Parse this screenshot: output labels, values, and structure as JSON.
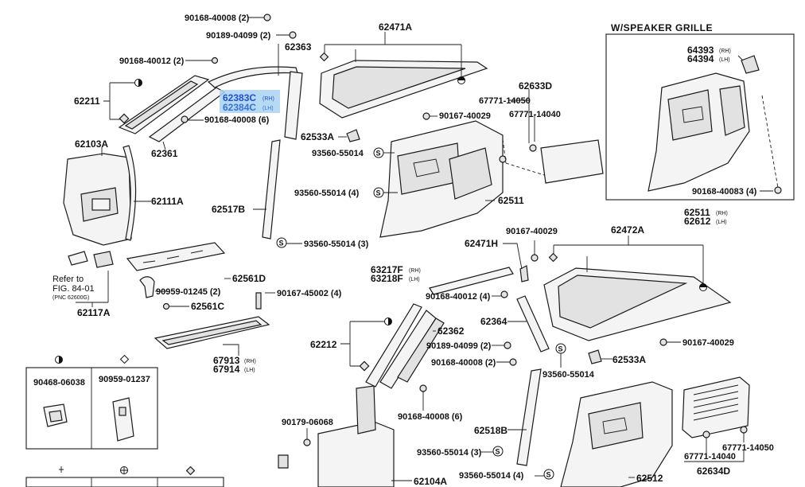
{
  "labels": {
    "p90168_40008_2_top": "90168-40008 (2)",
    "p90189_04099_2_top": "90189-04099 (2)",
    "p62363": "62363",
    "p90168_40012_2_top": "90168-40012 (2)",
    "p62211": "62211",
    "p62383c": "62383C",
    "p62383c_side": "(RH)",
    "p62384c": "62384C",
    "p62384c_side": "(LH)",
    "p90168_40008_6_top": "90168-40008 (6)",
    "p62361": "62361",
    "p62103a": "62103A",
    "p62111a": "62111A",
    "p62517b": "62517B",
    "p93560_55014_3_top": "93560-55014 (3)",
    "p62471a": "62471A",
    "p62533a_top": "62533A",
    "p93560_55014_top": "93560-55014",
    "p93560_55014_4_top": "93560-55014 (4)",
    "p90167_40029_top": "90167-40029",
    "p62633d": "62633D",
    "p67771_14050_top": "67771-14050",
    "p67771_14040_top": "67771-14040",
    "p62511_main": "62511",
    "speaker_header": "W/SPEAKER GRILLE",
    "p64393": "64393",
    "p64393_side": "(RH)",
    "p64394": "64394",
    "p64394_side": "(LH)",
    "p90168_40083_4": "90168-40083 (4)",
    "p62511_box": "62511",
    "p62511_box_side": "(RH)",
    "p62612_box": "62612",
    "p62612_box_side": "(LH)",
    "refer_to": "Refer to",
    "fig_ref": "FIG. 84-01",
    "pnc_ref": "(PNC 62600G)",
    "p62117a": "62117A",
    "p62561d": "62561D",
    "p90959_01245_2": "90959-01245 (2)",
    "p62561c": "62561C",
    "p90167_45002_4": "90167-45002 (4)",
    "p67913": "67913",
    "p67913_side": "(RH)",
    "p67914": "67914",
    "p67914_side": "(LH)",
    "p62471h": "62471H",
    "p90167_40029_mid": "90167-40029",
    "p62472a": "62472A",
    "p63217f": "63217F",
    "p63217f_side": "(RH)",
    "p63218f": "63218F",
    "p63218f_side": "(LH)",
    "p90168_40012_4": "90168-40012 (4)",
    "p62364": "62364",
    "p62362": "62362",
    "p62212": "62212",
    "p90189_04099_2_mid": "90189-04099 (2)",
    "p90168_40008_2_mid": "90168-40008 (2)",
    "p93560_55014_mid": "93560-55014",
    "p62533a_mid": "62533A",
    "p90167_40029_right": "90167-40029",
    "p90168_40008_6_low": "90168-40008 (6)",
    "p90179_06068": "90179-06068",
    "p62518b": "62518B",
    "p93560_55014_3_low": "93560-55014 (3)",
    "p62104a": "62104A",
    "p93560_55014_4_low": "93560-55014 (4)",
    "p62512": "62512",
    "p67771_14050_low": "67771-14050",
    "p67771_14040_low": "67771-14040",
    "p62634d": "62634D",
    "legend_90468_06038": "90468-06038",
    "legend_90959_01237": "90959-01237"
  }
}
